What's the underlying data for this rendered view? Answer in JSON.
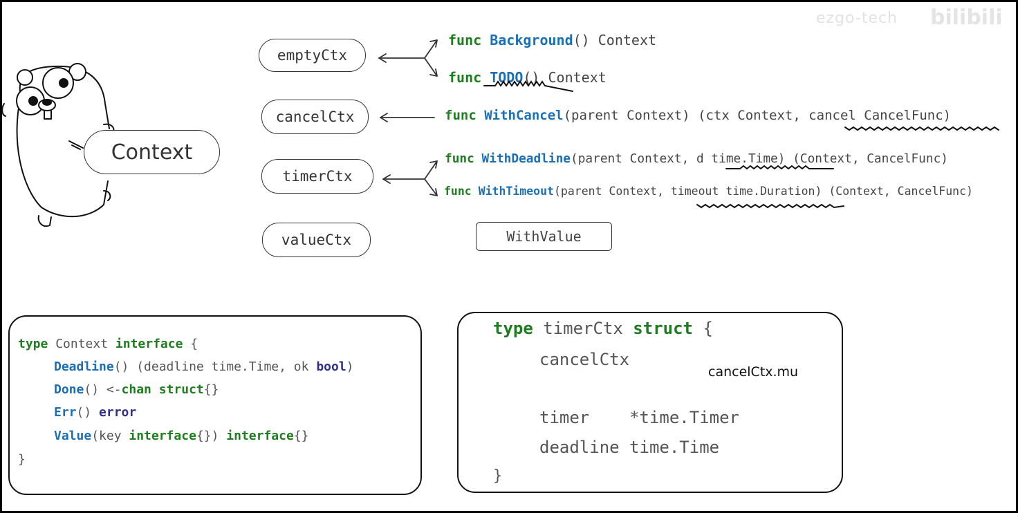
{
  "watermark": {
    "text": "ezgo-tech",
    "brand": "bilibili"
  },
  "center": {
    "label": "Context"
  },
  "types": {
    "empty": "emptyCtx",
    "cancel": "cancelCtx",
    "timer": "timerCtx",
    "value": "valueCtx"
  },
  "funcs": {
    "background": {
      "kw": "func",
      "name": "Background",
      "rest": "() Context"
    },
    "todo": {
      "kw": "func",
      "name": "TODO",
      "rest": "() Context"
    },
    "with_cancel": {
      "kw": "func",
      "name": "WithCancel",
      "rest": "(parent Context) (ctx Context, cancel CancelFunc)"
    },
    "with_deadline": {
      "kw": "func",
      "name": "WithDeadline",
      "rest": "(parent Context, d time.Time) (Context, CancelFunc)"
    },
    "with_timeout": {
      "kw": "func",
      "name": "WithTimeout",
      "rest": "(parent Context, timeout time.Duration) (Context, CancelFunc)"
    },
    "with_value": "WithValue"
  },
  "interface_code": {
    "l1": {
      "type": "type",
      "name": " Context ",
      "iface": "interface",
      "brace": " {"
    },
    "l2": {
      "name": "Deadline",
      "args": "() (deadline time.Time, ok ",
      "bool": "bool",
      "end": ")"
    },
    "l3": {
      "name": "Done",
      "args": "() <-",
      "chan": "chan",
      "sp": " ",
      "struct": "struct",
      "end": "{}"
    },
    "l4": {
      "name": "Err",
      "args": "() ",
      "err": "error"
    },
    "l5": {
      "name": "Value",
      "args": "(key ",
      "i1": "interface",
      "mid": "{}) ",
      "i2": "interface",
      "end": "{}"
    },
    "l6": "}"
  },
  "timer_struct": {
    "type": "type",
    "name": " timerCtx ",
    "struct": "struct",
    "brace": " {",
    "field1": "cancelCtx",
    "note": "cancelCtx.mu",
    "field2": "timer    *time.Timer",
    "field3": "deadline time.Time",
    "close": "}"
  },
  "colors": {
    "keyword": "#1e7d1e",
    "func_name": "#1a6fb5",
    "builtin": "#2f2f8c"
  }
}
